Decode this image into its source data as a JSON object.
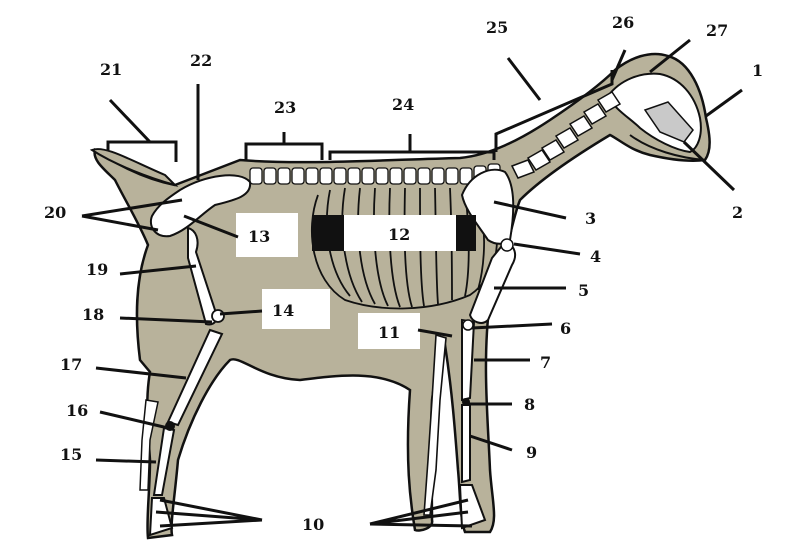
{
  "diagram": {
    "colors": {
      "body_fill": "#b8b29b",
      "bone_fill": "#ffffff",
      "outline": "#111111",
      "skull_highlight": "#c9c9c9",
      "box_fill": "#ffffff",
      "box_end_fill": "#111111"
    },
    "labels": {
      "l1": "1",
      "l2": "2",
      "l3": "3",
      "l4": "4",
      "l5": "5",
      "l6": "6",
      "l7": "7",
      "l8": "8",
      "l9": "9",
      "l10": "10",
      "l11": "11",
      "l12": "12",
      "l13": "13",
      "l14": "14",
      "l15": "15",
      "l16": "16",
      "l17": "17",
      "l18": "18",
      "l19": "19",
      "l20": "20",
      "l21": "21",
      "l22": "22",
      "l23": "23",
      "l24": "24",
      "l25": "25",
      "l26": "26",
      "l27": "27"
    }
  }
}
